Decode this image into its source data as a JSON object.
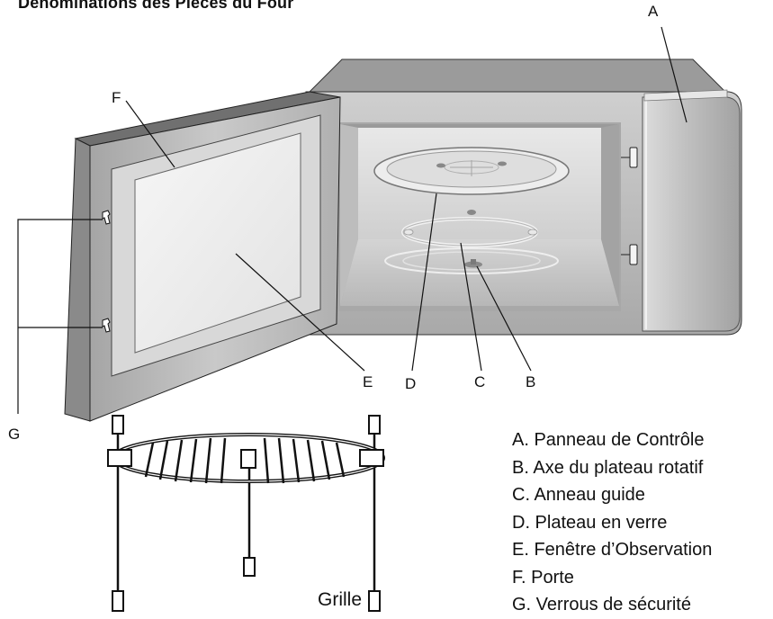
{
  "title": "Dénominations des Pièces du Four",
  "callouts": {
    "A": "A",
    "B": "B",
    "C": "C",
    "D": "D",
    "E": "E",
    "F": "F",
    "G": "G"
  },
  "legend": [
    "A. Panneau de Contrôle",
    "B. Axe du plateau rotatif",
    "C. Anneau guide",
    "D. Plateau en verre",
    "E. Fenêtre d’Observation",
    "F. Porte",
    "G. Verrous de sécurité"
  ],
  "grille_label": "Grille",
  "colors": {
    "metal_light": "#e4e4e4",
    "metal_mid": "#b8b8b8",
    "metal_dark": "#8c8c8c",
    "outline": "#111111"
  }
}
